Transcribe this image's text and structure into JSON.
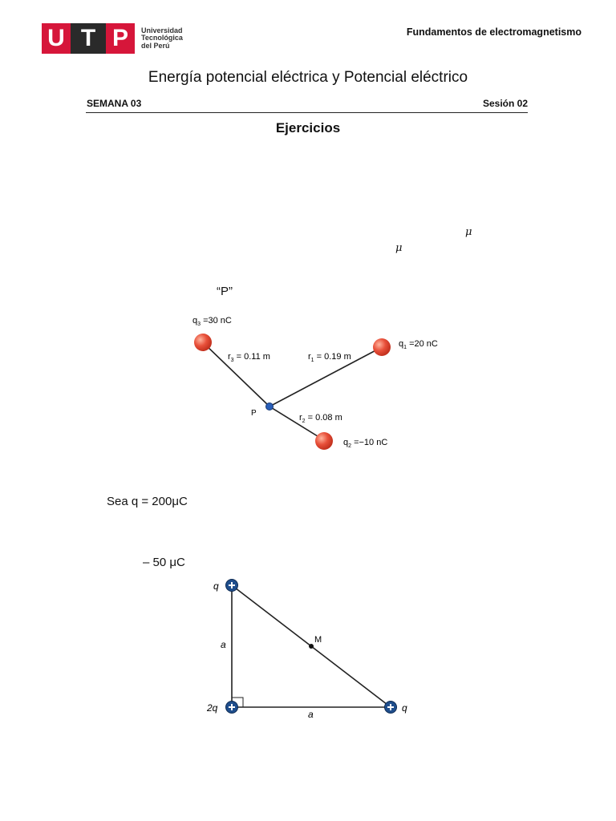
{
  "header": {
    "logo_letters": [
      "U",
      "T",
      "P"
    ],
    "logo_text": [
      "Universidad",
      "Tecnológica",
      "del Perú"
    ],
    "course": "Fundamentos de electromagnetismo",
    "title": "Energía potencial eléctrica y Potencial eléctrico",
    "week": "SEMANA 03",
    "session": "Sesión 02"
  },
  "section_title": "Ejercicios",
  "symbols": {
    "mu_1": "μ",
    "mu_2": "μ"
  },
  "figure1": {
    "point_label": "“P”",
    "p": "P",
    "q3": {
      "sym": "q",
      "sub": "3",
      "val": " =30 nC"
    },
    "q1": {
      "sym": "q",
      "sub": "1",
      "val": " =20 nC"
    },
    "q2": {
      "sym": "q",
      "sub": "2",
      "val": " =−10 nC"
    },
    "r3": {
      "sym": "r",
      "sub": "3",
      "val": " = 0.11 m"
    },
    "r1": {
      "sym": "r",
      "sub": "1",
      "val": " = 0.19 m"
    },
    "r2": {
      "sym": "r",
      "sub": "2",
      "val": " = 0.08 m"
    },
    "colors": {
      "charge": "#e8503a",
      "point": "#2a5fb8"
    }
  },
  "problem2": {
    "sea_q": "Sea q = 200μC",
    "charge_value": "– 50 μC"
  },
  "figure2": {
    "top_charge": "q",
    "corner_charge": "2q",
    "right_charge": "q",
    "side_label": "a",
    "base_label": "a",
    "midpoint": "M",
    "colors": {
      "charge": "#1f4e8c"
    }
  }
}
